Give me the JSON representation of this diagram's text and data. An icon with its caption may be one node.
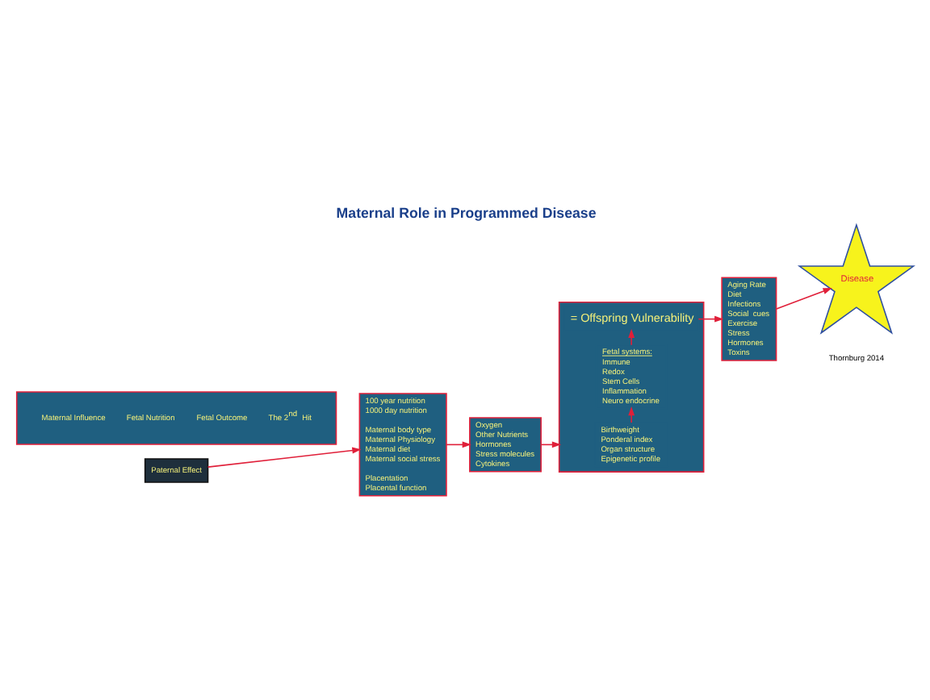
{
  "diagram": {
    "title": "Maternal Role in Programmed Disease",
    "nodes": [
      {
        "text": [
          "Maternal Influence",
          "Fetal Nutrition",
          "Fetal Outcome",
          "The 2$^{nd}$ Hit"
        ]
      },
      {
        "text": [
          "100 year nutrition",
          "1000 day nutrition",
          "Maternal body type",
          "Maternal Physiology",
          "Maternal diet",
          "Maternal social stress",
          "Placentation",
          "Placental function"
        ]
      },
      {
        "text": [
          "Paternal Effect"
        ]
      },
      {
        "text": [
          "Oxygen",
          "Other Nutrients",
          "Hormones",
          "Stress molecules",
          "Cytokines"
        ]
      },
      {
        "text": [],
        "shape": "box"
      },
      {
        "text": [
          "Birthweight",
          "Ponderal index",
          "Organ structure",
          "Epigenetic profile"
        ],
        "in": 4
      },
      {
        "text": [
          "Fetal systems:",
          "Immune",
          "Redox",
          "Stem Cells",
          "Inflammation",
          "Neuro endocrine"
        ],
        "in": 4
      },
      {
        "text": [
          "= Offspring Vulnerability"
        ],
        "in": 4
      },
      {
        "text": [
          "Aging Rate",
          "Diet",
          "Infections",
          "Social  cues",
          "Exercise",
          "Stress",
          "Hormones",
          "Toxins"
        ]
      },
      {
        "text": [
          "Disease"
        ]
      }
    ],
    "edges": [
      {
        "from": 2,
        "to": 1,
        "arrow": "to"
      },
      {
        "from": 1,
        "to": 3,
        "arrow": "to"
      },
      {
        "from": 3,
        "to": 4,
        "arrow": "to"
      },
      {
        "from": 5,
        "to": 6,
        "arrow": "to"
      },
      {
        "from": 6,
        "to": 7,
        "arrow": "to"
      },
      {
        "from": 7,
        "to": 8,
        "arrow": "to"
      },
      {
        "from": 8,
        "to": 9,
        "arrow": "to"
      }
    ],
    "labels": [
      "Thornburg 2014"
    ]
  }
}
